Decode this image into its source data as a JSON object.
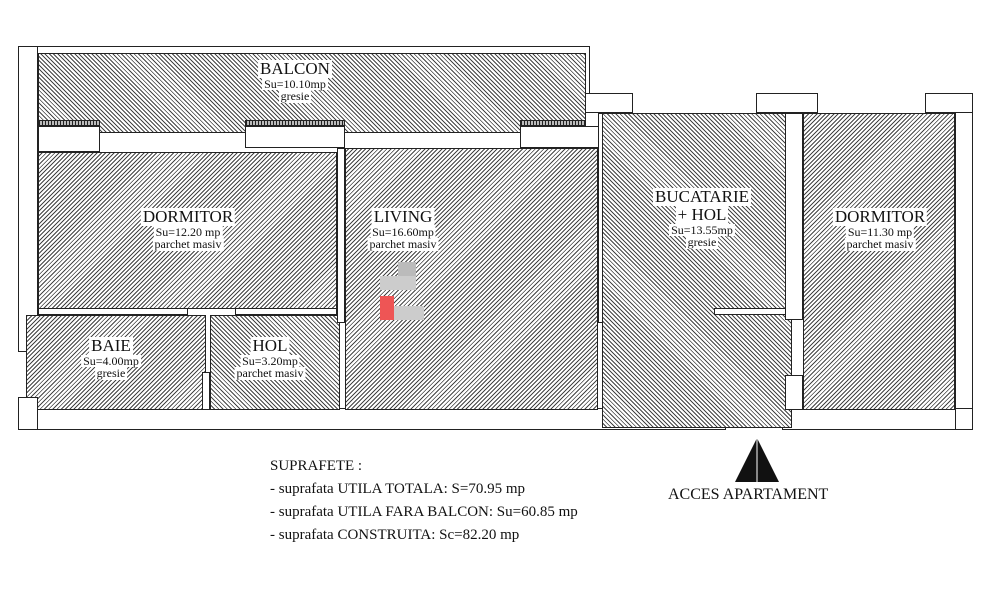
{
  "rooms": [
    {
      "name": "BALCON",
      "area": "Su=10.10mp",
      "floor": "gresie"
    },
    {
      "name": "DORMITOR",
      "area": "Su=12.20 mp",
      "floor": "parchet masiv"
    },
    {
      "name": "LIVING",
      "area": "Su=16.60mp",
      "floor": "parchet masiv"
    },
    {
      "name": "BUCATARIE",
      "name2": "+ HOL",
      "area": "Su=13.55mp",
      "floor": "gresie"
    },
    {
      "name": "DORMITOR",
      "area": "Su=11.30 mp",
      "floor": "parchet masiv"
    },
    {
      "name": "BAIE",
      "area": "Su=4.00mp",
      "floor": "gresie"
    },
    {
      "name": "HOL",
      "area": "Su=3.20mp",
      "floor": "parchet masiv"
    }
  ],
  "summary": {
    "title": "SUPRAFETE :",
    "lines": [
      "- suprafata UTILA TOTALA: S=70.95 mp",
      "- suprafata UTILA FARA BALCON: Su=60.85 mp",
      "- suprafata CONSTRUITA: Sc=82.20 mp"
    ]
  },
  "entrance": {
    "label": "ACCES APARTAMENT"
  }
}
